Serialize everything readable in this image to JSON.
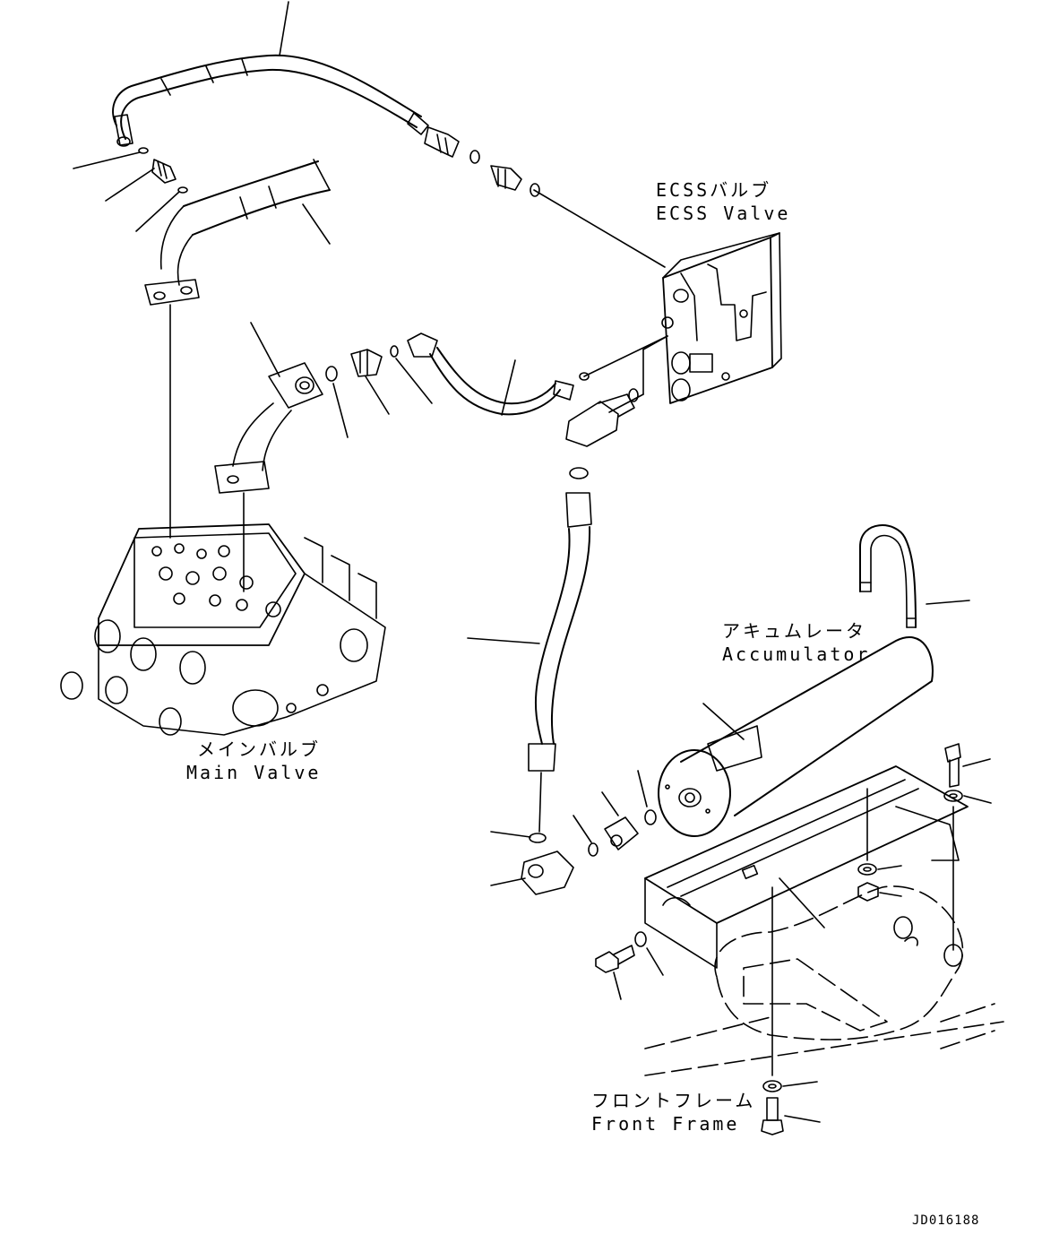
{
  "labels": {
    "ecss_jp": "ECSSバルブ",
    "ecss_en": "ECSS Valve",
    "main_jp": "メインバルブ",
    "main_en": "Main Valve",
    "accum_jp": "アキュムレータ",
    "accum_en": "Accumulator",
    "frame_jp": "フロントフレーム",
    "frame_en": "Front Frame",
    "drawing_id": "JD016188"
  }
}
